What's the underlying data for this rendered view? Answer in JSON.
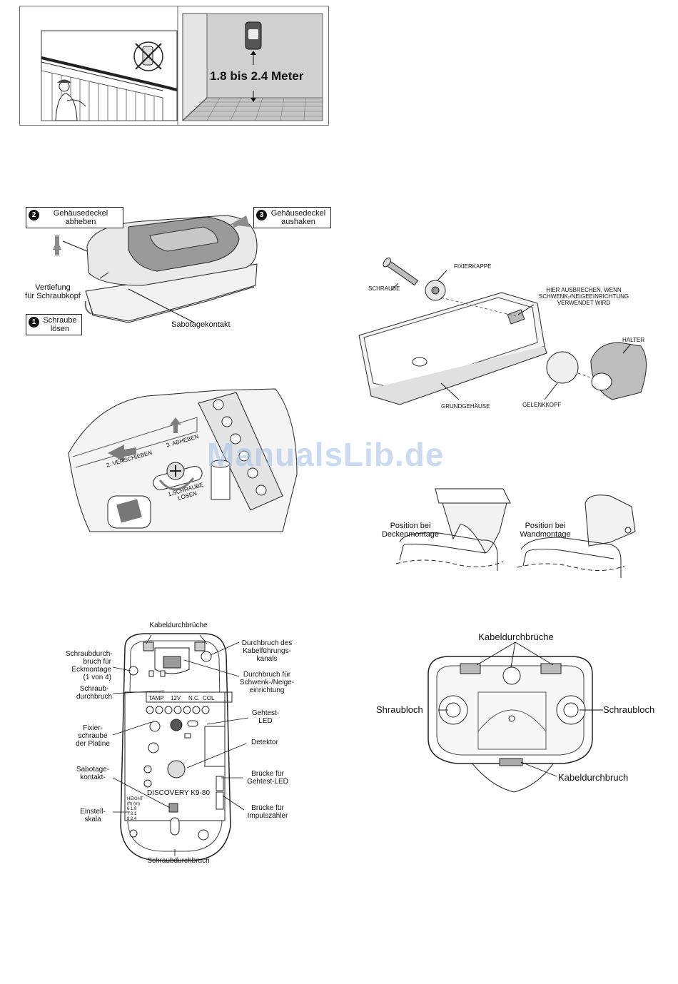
{
  "fig1": {
    "height_label": "1.8 bis 2.4 Meter"
  },
  "fig2": {
    "step1": {
      "num": "1",
      "text": "Schraube\nlösen"
    },
    "step2": {
      "num": "2",
      "text": "Gehäusedeckel\nabheben"
    },
    "step3": {
      "num": "3",
      "text": "Gehäusedeckel\naushaken"
    },
    "recess": "Vertiefung\nfür Schraubkopf",
    "tamper": "Sabotagekontakt"
  },
  "fig3": {
    "shift": "2. VERSCHIEBEN",
    "lift": "3. ABHEBEN",
    "loosen": "1.SCHRAUBE\nLÖSEN"
  },
  "fig4": {
    "screw": "SCHRAUBE",
    "cap": "FIXIERKAPPE",
    "breakout": "HIER AUSBRECHEN, WENN\nSCHWENK-/NEIGEEINRICHTUNG\nVERWENDET WIRD",
    "holder": "HALTER",
    "base": "GRUNDGEHÄUSE",
    "ball": "GELENKKOPF"
  },
  "fig5": {
    "ceiling": "Position bei\nDeckenmontage",
    "wall": "Position bei\nWandmontage"
  },
  "fig6": {
    "cable_knockouts": "Kabeldurchbrüche",
    "corner": "Schraubdurch-\nbruch für\nEckmontage\n(1 von 4)",
    "channel": "Durchbruch des\nKabelführungs-\nkanals",
    "swivel": "Durchbruch für\nSchwenk-/Neige-\neinrichtung",
    "screw_hole": "Schraub-\ndurchbruch",
    "led": "Gehtest-\nLED",
    "fix": "Fixier-\nschraube\nder Platine",
    "detector": "Detektor",
    "tamper": "Sabotage-\nkontakt-",
    "jumper_led": "Brücke für\nGehtest-LED",
    "model": "DISCOVERY K9-80",
    "scale": "Einstell-\nskala",
    "jumper_pulse": "Brücke für\nImpulszähler",
    "bottom_hole": "Schraubdurchbruch",
    "terminals": [
      "TAMP",
      "12V",
      "N.C.",
      "COL"
    ],
    "height_hdr": "HEIGHT",
    "height_rows": [
      "(ft) (m)",
      "6  1.8",
      "7  2.1",
      "8  2.4"
    ]
  },
  "fig7": {
    "knockouts": "Kabeldurchbrüche",
    "left_hole": "Shraubloch",
    "right_hole": "Schraubloch",
    "bottom": "Kabeldurchbruch"
  },
  "watermark": "ManualsLib.de"
}
